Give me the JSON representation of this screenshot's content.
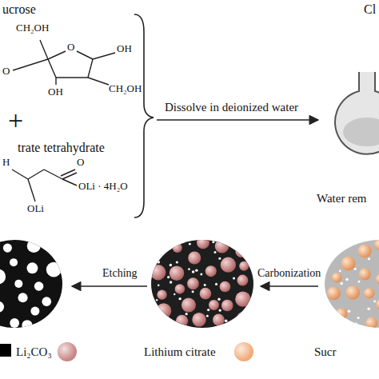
{
  "diagram": {
    "labels": [
      "ucrose",
      "CH₂OH",
      "O",
      "OH",
      "O",
      "OH",
      "CH₂OH",
      "+",
      "trate tetrahydrate",
      "H",
      "O",
      "OLi · 4H₂O",
      "OLi",
      "Dissolve in deionized water",
      "Cl",
      "Water rem",
      "Carbonization",
      "Etching"
    ],
    "legend": [
      {
        "text": "Li₂CO₃",
        "color": "#c98585"
      },
      {
        "text": "Lithium citrate",
        "color": "#f2aa78"
      },
      {
        "text": "Sucr"
      }
    ]
  }
}
